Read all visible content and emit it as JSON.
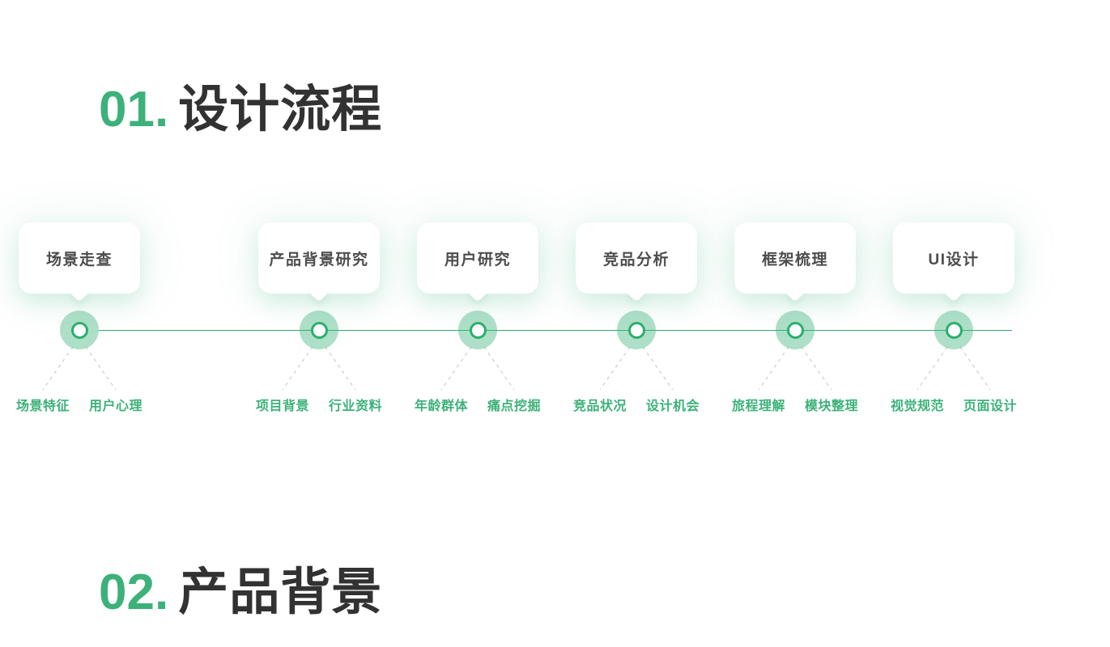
{
  "colors": {
    "accent_green": "#3cb179",
    "line_green": "#2fae6e",
    "node_fill": "rgba(63,178,123,0.42)",
    "heading_dark": "#323232",
    "bubble_text": "#4d4d4d",
    "connector_gray": "#d2d2d2"
  },
  "headings": [
    {
      "number": "01.",
      "title": "设计流程"
    },
    {
      "number": "02.",
      "title": "产品背景"
    }
  ],
  "timeline": {
    "stages": [
      {
        "label": "产品背景研究",
        "sub": [
          "项目背景",
          "行业资料"
        ]
      },
      {
        "label": "用户研究",
        "sub": [
          "年龄群体",
          "痛点挖掘"
        ]
      },
      {
        "label": "竞品分析",
        "sub": [
          "竞品状况",
          "设计机会"
        ]
      },
      {
        "label": "框架梳理",
        "sub": [
          "旅程理解",
          "模块整理"
        ]
      },
      {
        "label": "UI设计",
        "sub": [
          "视觉规范",
          "页面设计"
        ]
      },
      {
        "label": "场景走查",
        "sub": [
          "场景特征",
          "用户心理"
        ]
      }
    ]
  }
}
